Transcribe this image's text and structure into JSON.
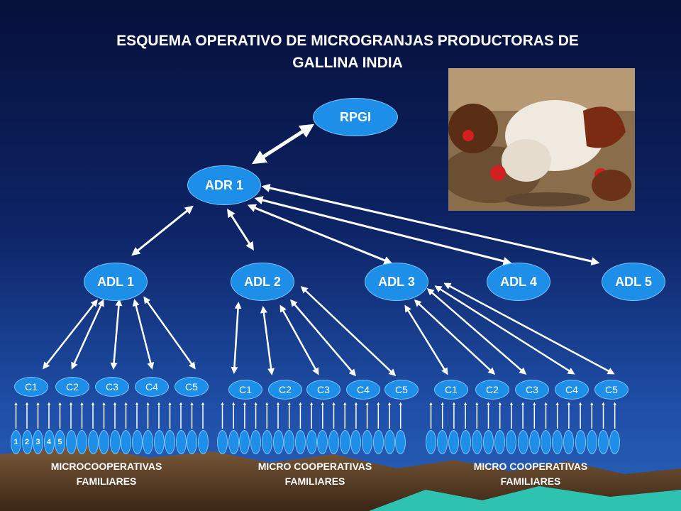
{
  "title": "ESQUEMA OPERATIVO DE MICROGRANJAS PRODUCTORAS DE GALLINA INDIA",
  "root": "RPGI",
  "regional": "ADR 1",
  "local_units": [
    "ADL 1",
    "ADL 2",
    "ADL 3",
    "ADL 4",
    "ADL 5"
  ],
  "cooperative_groups": [
    {
      "cooperatives": [
        "C1",
        "C2",
        "C3",
        "C4",
        "C5"
      ],
      "families": [
        "1",
        "2",
        "3",
        "4",
        "5"
      ],
      "label": "MICROCOOPERATIVAS FAMILIARES"
    },
    {
      "cooperatives": [
        "C1",
        "C2",
        "C3",
        "C4",
        "C5"
      ],
      "label": "MICRO COOPERATIVAS FAMILIARES"
    },
    {
      "cooperatives": [
        "C1",
        "C2",
        "C3",
        "C4",
        "C5"
      ],
      "label": "MICRO COOPERATIVAS FAMILIARES"
    }
  ],
  "colors": {
    "node": "#1d8fe8",
    "arrow": "#ffffff",
    "text": "#ffffff"
  },
  "photo": "hens-pecking-ground-photo"
}
